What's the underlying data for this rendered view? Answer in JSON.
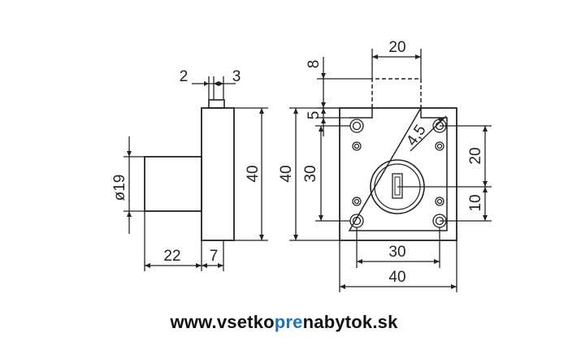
{
  "dimensions": {
    "side_2": "2",
    "side_3": "3",
    "side_dia19": "ø19",
    "side_40": "40",
    "side_22": "22",
    "side_7": "7",
    "front_20_top": "20",
    "front_8": "8",
    "front_5": "5",
    "front_40_outer": "40",
    "front_30_left": "30",
    "front_4_5": "4,5",
    "front_20_right": "20",
    "front_10_right": "10",
    "front_30_bottom": "30",
    "front_40_bottom": "40"
  },
  "footer": {
    "part1": "www.vsetko",
    "part2": "pre",
    "part3": "nabytok.sk"
  },
  "colors": {
    "line": "#222222",
    "accent": "#1a73c9"
  }
}
